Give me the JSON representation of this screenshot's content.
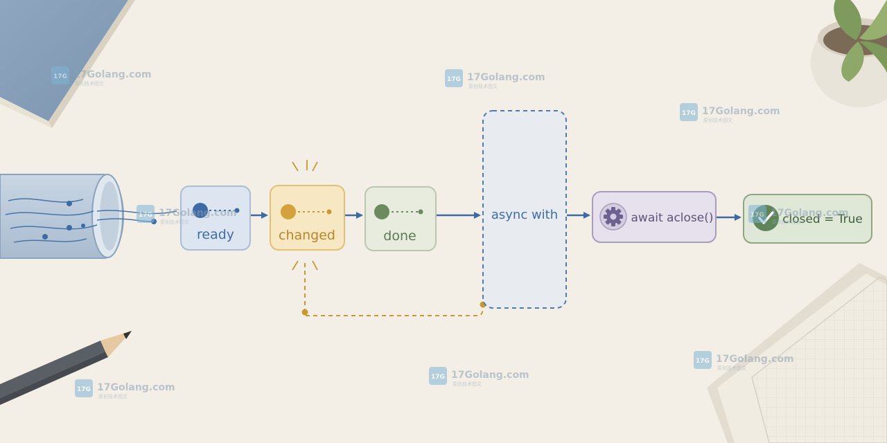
{
  "watermark": {
    "text": "17Golang.com",
    "subtext": "原创技术图文",
    "logo_text": "17G"
  },
  "nodes": {
    "ready": {
      "label": "ready",
      "color": "#3f6da8"
    },
    "changed": {
      "label": "changed",
      "color": "#b8862a"
    },
    "done": {
      "label": "done",
      "color": "#5a7a52"
    },
    "async_with": {
      "label": "async with",
      "color": "#3f6da8"
    },
    "await_aclose": {
      "label": "await aclose()",
      "color": "#5e5478",
      "icon": "gear-icon"
    },
    "closed": {
      "label": "closed = True",
      "color": "#3f5e3a",
      "icon": "checkmark-icon"
    }
  },
  "colors": {
    "arrow": "#3d6aa3",
    "loop": "#c8992e",
    "background": "#f3efe6"
  }
}
